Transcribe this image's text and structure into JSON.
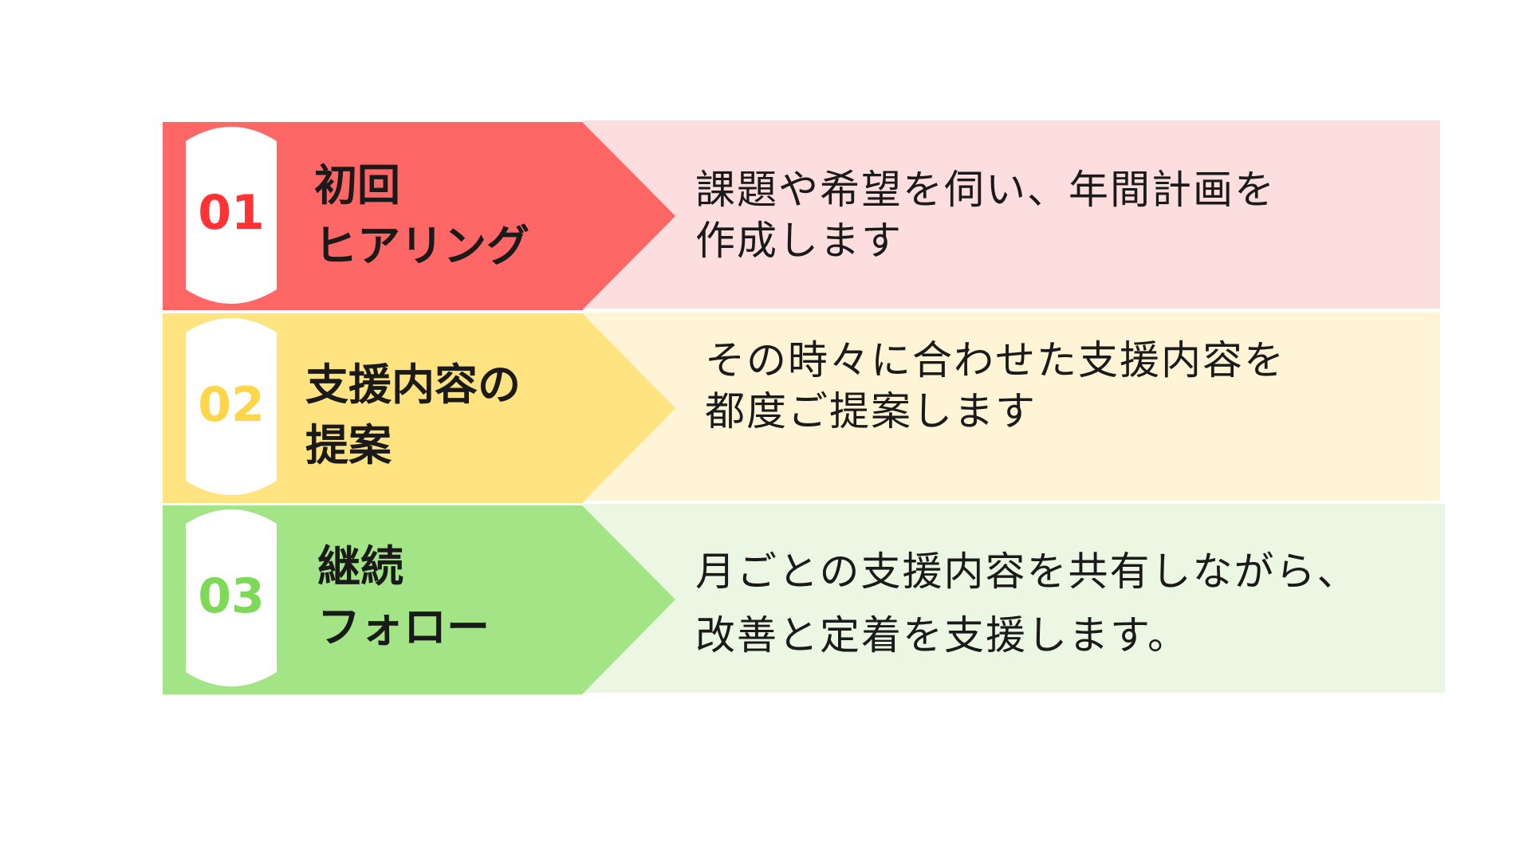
{
  "steps": [
    {
      "number": "01",
      "title_line1": "初回",
      "title_line2": "ヒアリング",
      "desc_line1": "課題や希望を伺い、年間計画を",
      "desc_line2": "作成します",
      "colors": {
        "main": "#FF6666",
        "light": "#FDDEDF",
        "number": "#FF3333"
      }
    },
    {
      "number": "02",
      "title_line1": "支援内容の",
      "title_line2": "提案",
      "desc_line1": "その時々に合わせた支援内容を",
      "desc_line2": "都度ご提案します",
      "colors": {
        "main": "#FFE380",
        "light": "#FFF5D6",
        "number": "#FFD54A"
      }
    },
    {
      "number": "03",
      "title_line1": "継続",
      "title_line2": "フォロー",
      "desc_line1": "月ごとの支援内容を共有しながら、",
      "desc_line2": "改善と定着を支援します。",
      "colors": {
        "main": "#A3E586",
        "light": "#ECF7E3",
        "number": "#7DD957"
      }
    }
  ]
}
